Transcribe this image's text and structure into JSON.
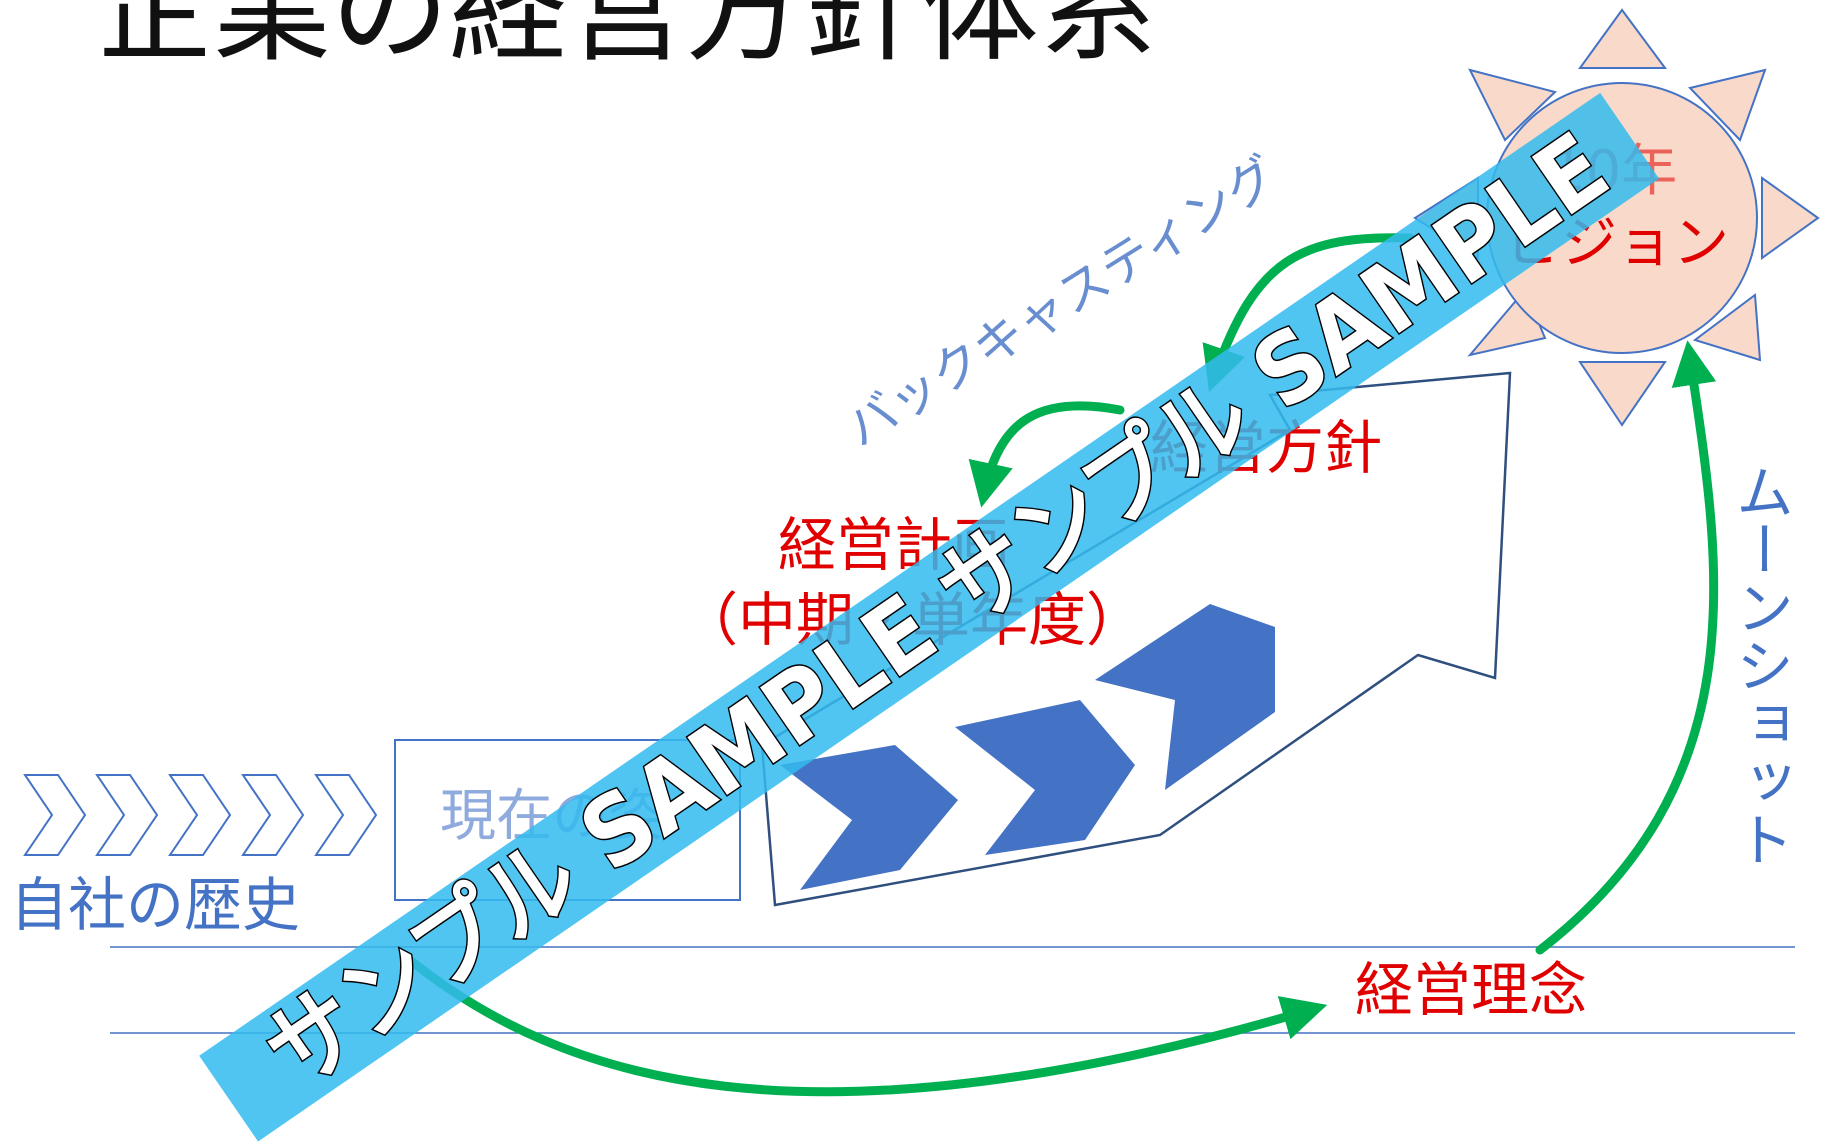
{
  "title": "企業の経営方針体系",
  "labels": {
    "history": "自社の歴史",
    "current": "現在の姿",
    "backcasting": "バックキャスティング",
    "policy": "経営方針",
    "plan_line1": "経営計画",
    "plan_line2": "（中期・単年度）",
    "vision_line1": "10年",
    "vision_line2": "ビジョン",
    "moonshot": "ムーンショット",
    "philosophy": "経営理念"
  },
  "watermark": "サンプル SAMPLE サンプル SAMPLE",
  "colors": {
    "blue": "#4472c4",
    "red": "#e00000",
    "green": "#00b050",
    "sun_fill": "#f9d9c9",
    "watermark_band": "#33bbee"
  }
}
